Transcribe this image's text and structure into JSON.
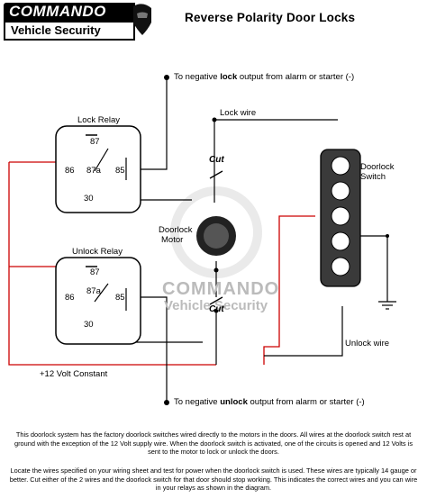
{
  "logo": {
    "brand": "COMMANDO",
    "tagline": "Vehicle Security"
  },
  "title": "Reverse Polarity Door Locks",
  "labels": {
    "lock_output_pre": "To negative ",
    "lock_output_bold": "lock",
    "lock_output_post": " output from alarm or starter (-)",
    "lock_wire": "Lock wire",
    "unlock_wire": "Unlock wire",
    "doorlock_switch_1": "Doorlock",
    "doorlock_switch_2": "Switch",
    "doorlock_motor_1": "Doorlock",
    "doorlock_motor_2": "Motor",
    "cut_top": "Cut",
    "cut_bottom": "Cut",
    "plus_12v": "+12 Volt Constant",
    "unlock_output_pre": "To negative ",
    "unlock_output_bold": "unlock",
    "unlock_output_post": " output from alarm or starter (-)"
  },
  "lock_relay": {
    "title": "Lock Relay",
    "t87": "87",
    "t87a": "87a",
    "t86": "86",
    "t85": "85",
    "t30": "30"
  },
  "unlock_relay": {
    "title": "Unlock Relay",
    "t87": "87",
    "t87a": "87a",
    "t86": "86",
    "t85": "85",
    "t30": "30"
  },
  "watermark": {
    "line1": "COMMANDO",
    "line2": "Vehicle Security"
  },
  "paragraphs": {
    "p1": "This doorlock system has the factory doorlock switches wired directly to the motors in the doors. All wires at the doorlock switch rest at ground with the exception of the 12 Volt supply wire. When the doorlock switch is activated, one of the circuits is opened and 12 Volts is sent to the motor to lock or unlock the doors.",
    "p2": "Locate the wires specified on your wiring sheet and test for power when the doorlock switch is used. These wires are typically 14 gauge or better. Cut either of the 2 wires and the doorlock switch for that door should stop working. This indicates the correct wires and you can wire in your relays as shown in the diagram."
  },
  "colors": {
    "power": "#cc0000",
    "wire": "#000000",
    "relay_border": "#000000"
  }
}
